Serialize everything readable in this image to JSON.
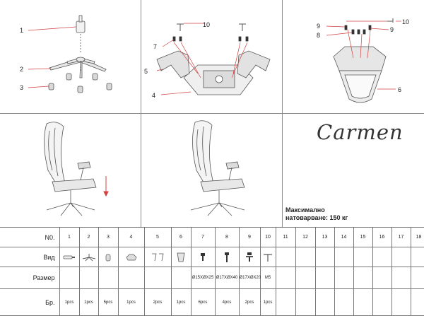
{
  "brand": "Carmen",
  "max_load": {
    "line1": "Максимално",
    "line2": "натоварване: 150 кг"
  },
  "callouts": {
    "base": [
      "1",
      "2",
      "3"
    ],
    "armrest": [
      "10",
      "7",
      "5",
      "4"
    ],
    "mechanism": [
      "10",
      "9",
      "9",
      "8",
      "6"
    ]
  },
  "table": {
    "row_labels": {
      "number": "",
      "name": "Вид",
      "size": "Размер",
      "quantity": "Бр."
    },
    "number_header": "N0.",
    "columns": [
      {
        "no": "1",
        "icon": "gas-lift-icon",
        "size": "",
        "qty": "1pcs"
      },
      {
        "no": "2",
        "icon": "star-base-icon",
        "size": "",
        "qty": "1pcs"
      },
      {
        "no": "3",
        "icon": "caster-icon",
        "size": "",
        "qty": "5pcs"
      },
      {
        "no": "4",
        "icon": "seat-mechanism-icon",
        "size": "",
        "qty": "1pcs"
      },
      {
        "no": "5",
        "icon": "armrest-pair-icon",
        "size": "",
        "qty": "2pcs"
      },
      {
        "no": "6",
        "icon": "backrest-cover-icon",
        "size": "",
        "qty": "1pcs"
      },
      {
        "no": "7",
        "icon": "bolt-short-icon",
        "size": "Ø15XØX25",
        "qty": "6pcs"
      },
      {
        "no": "8",
        "icon": "bolt-long-icon",
        "size": "Ø17XØX40",
        "qty": "4pcs"
      },
      {
        "no": "9",
        "icon": "bolt-washer-icon",
        "size": "Ø17XØX20",
        "qty": "2pcs"
      },
      {
        "no": "10",
        "icon": "allen-key-icon",
        "size": "M5",
        "qty": "1pcs"
      },
      {
        "no": "11",
        "icon": "",
        "size": "",
        "qty": ""
      },
      {
        "no": "12",
        "icon": "",
        "size": "",
        "qty": ""
      },
      {
        "no": "13",
        "icon": "",
        "size": "",
        "qty": ""
      },
      {
        "no": "14",
        "icon": "",
        "size": "",
        "qty": ""
      },
      {
        "no": "15",
        "icon": "",
        "size": "",
        "qty": ""
      },
      {
        "no": "16",
        "icon": "",
        "size": "",
        "qty": ""
      },
      {
        "no": "17",
        "icon": "",
        "size": "",
        "qty": ""
      },
      {
        "no": "18",
        "icon": "",
        "size": "",
        "qty": ""
      }
    ]
  },
  "colors": {
    "leader": "#d44040",
    "line": "#8a8a8a",
    "drawing": "#555555"
  }
}
